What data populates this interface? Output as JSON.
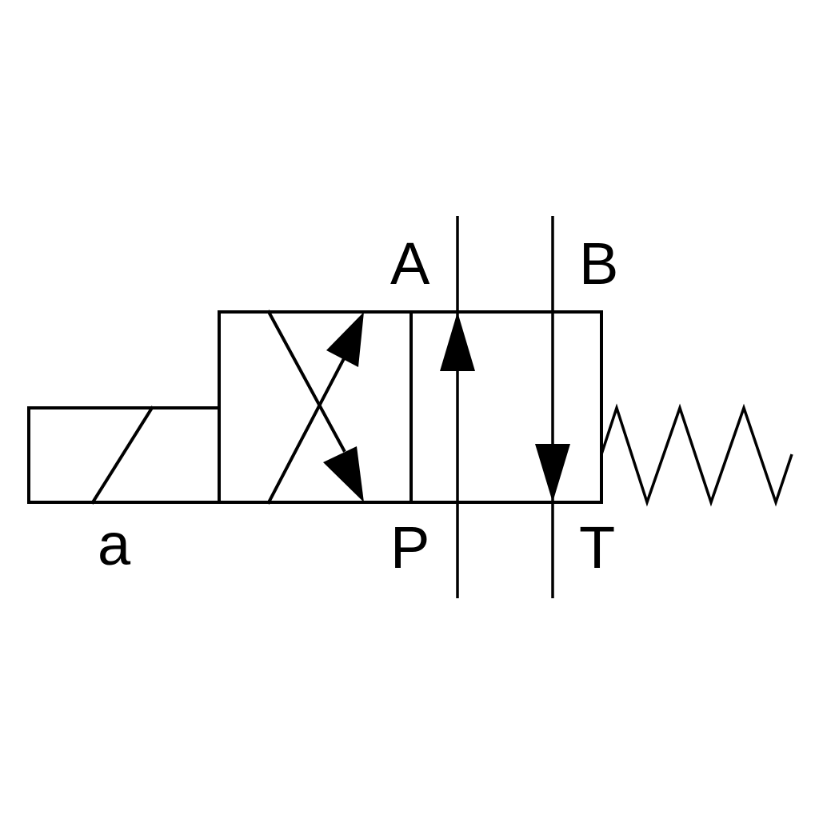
{
  "labels": {
    "solenoid": "a",
    "port_a": "A",
    "port_b": "B",
    "port_p": "P",
    "port_t": "T"
  },
  "colors": {
    "stroke": "#000000",
    "background": "#ffffff"
  }
}
